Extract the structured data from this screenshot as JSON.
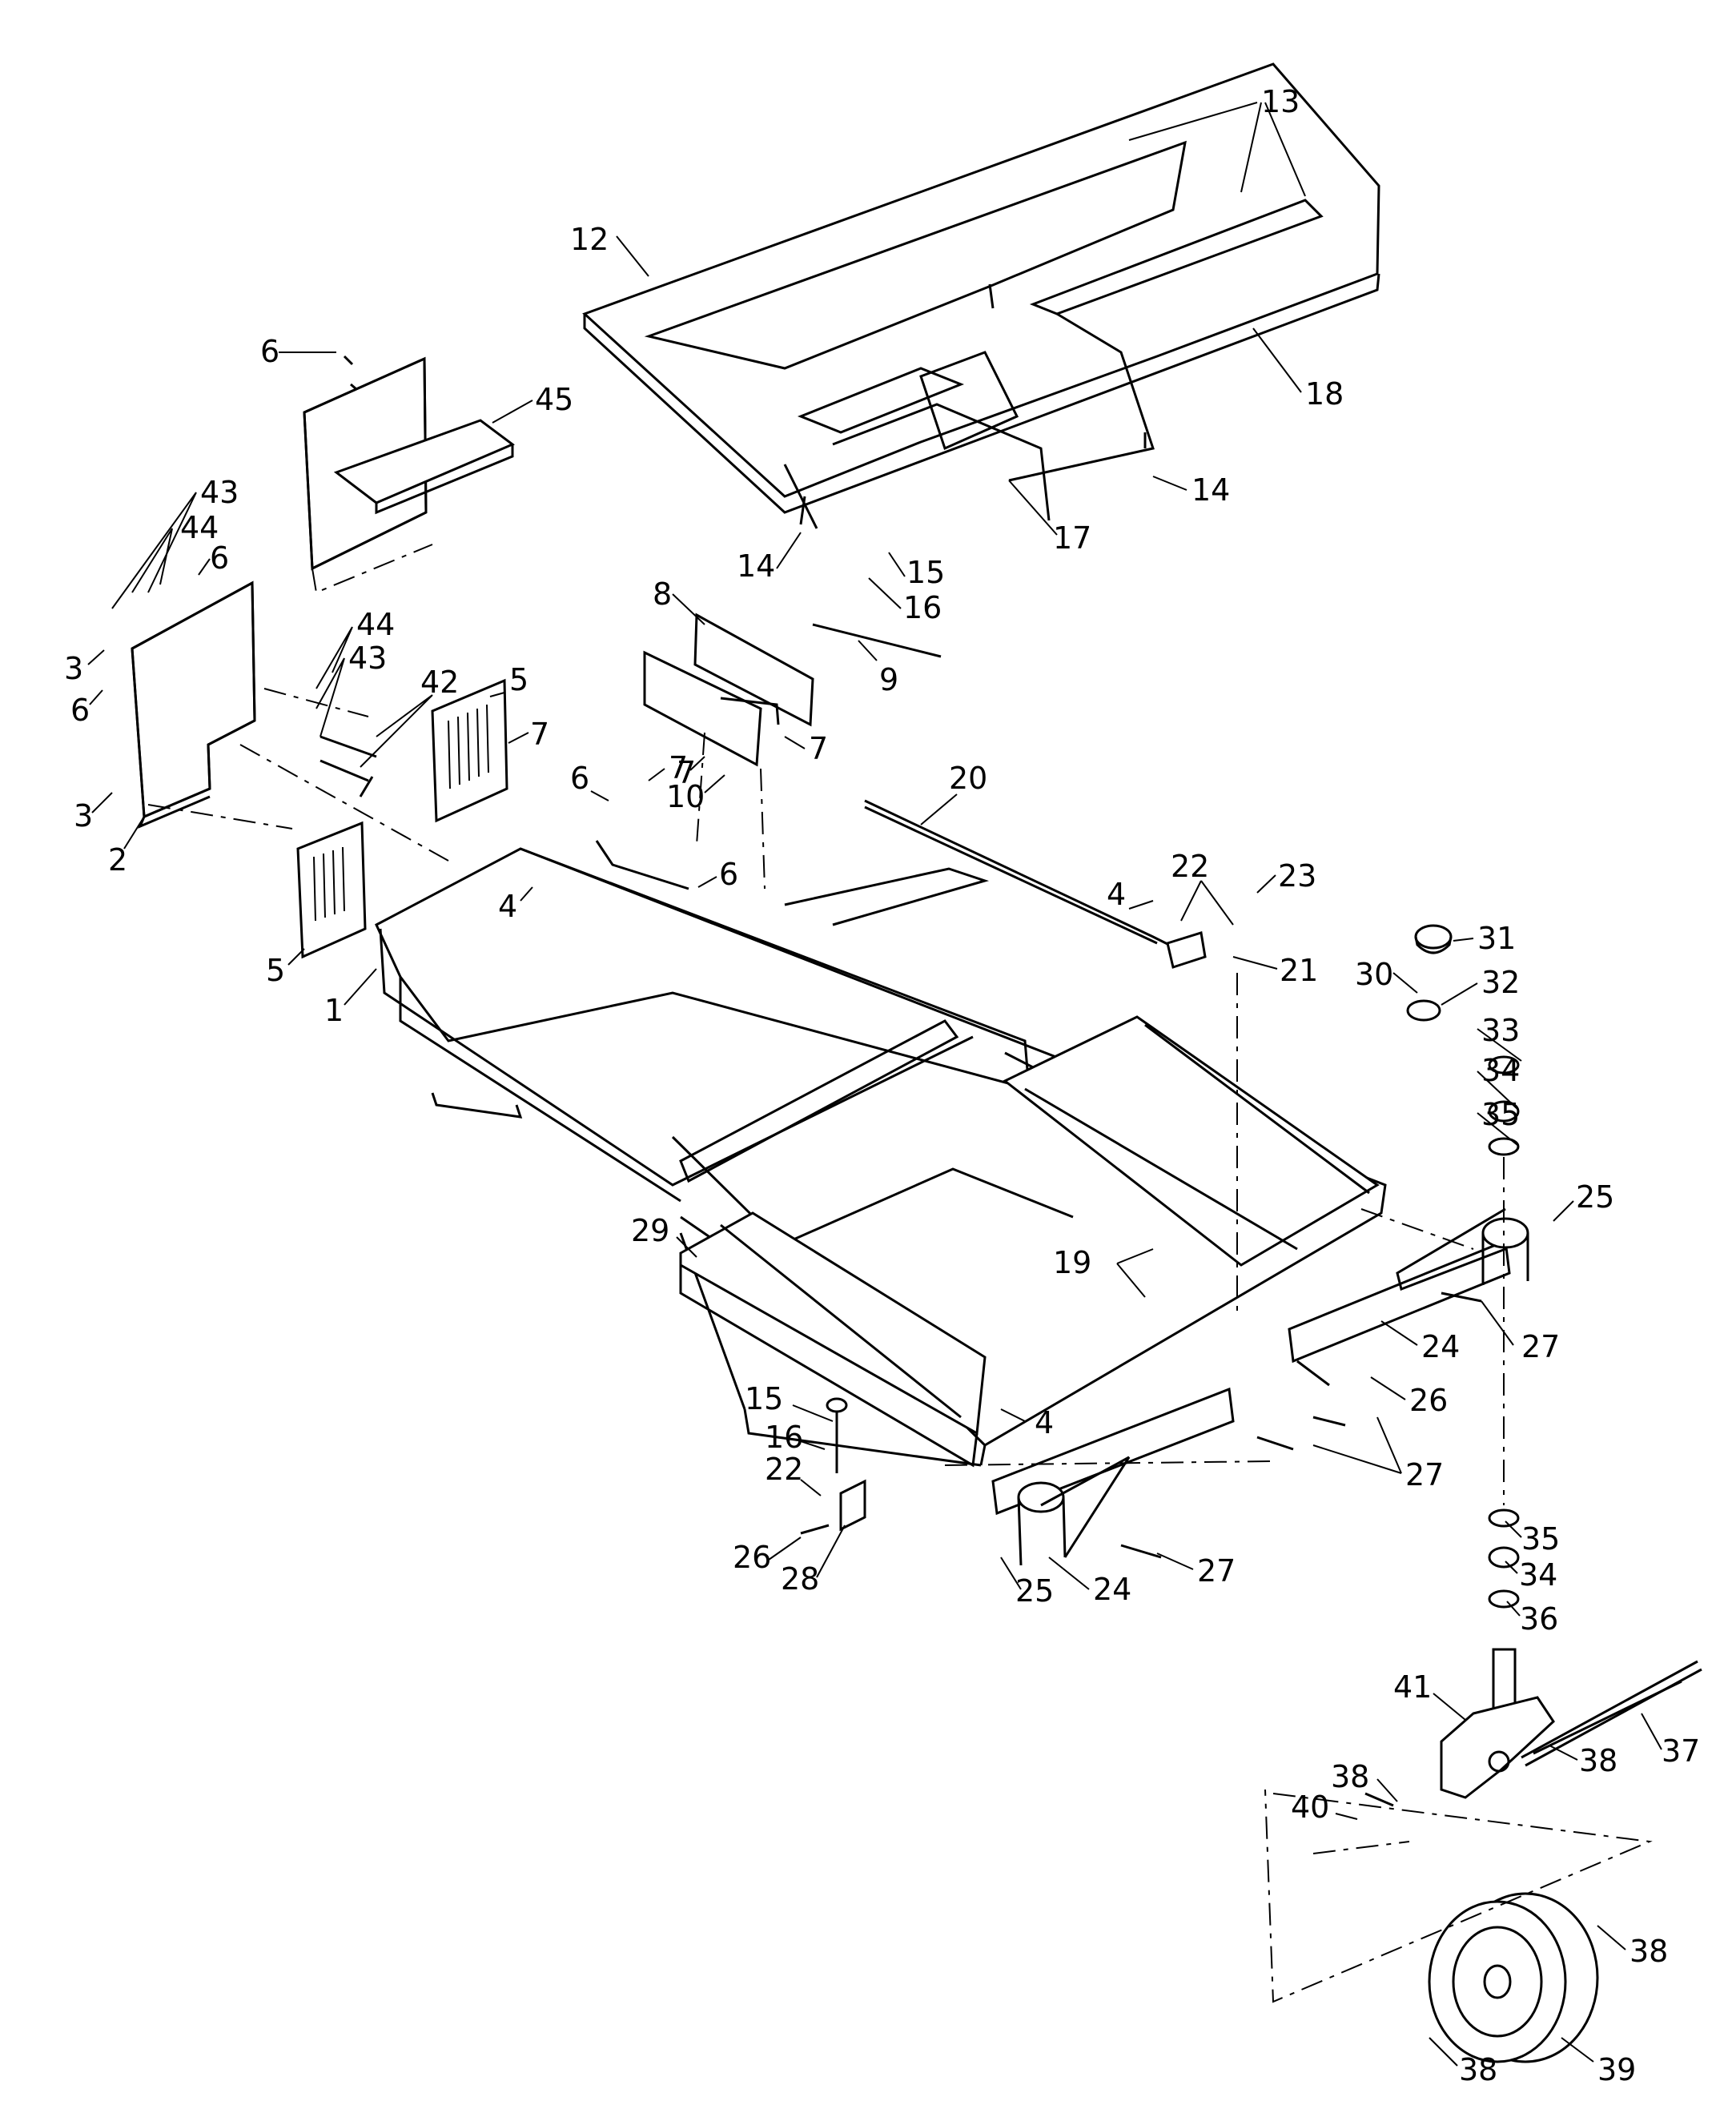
{
  "callouts": [
    {
      "id": "c1",
      "label": "1"
    },
    {
      "id": "c2",
      "label": "2"
    },
    {
      "id": "c3a",
      "label": "3"
    },
    {
      "id": "c3b",
      "label": "3"
    },
    {
      "id": "c4a",
      "label": "4"
    },
    {
      "id": "c4b",
      "label": "4"
    },
    {
      "id": "c4c",
      "label": "4"
    },
    {
      "id": "c5a",
      "label": "5"
    },
    {
      "id": "c5b",
      "label": "5"
    },
    {
      "id": "c6a",
      "label": "6"
    },
    {
      "id": "c6b",
      "label": "6"
    },
    {
      "id": "c6c",
      "label": "6"
    },
    {
      "id": "c6d",
      "label": "6"
    },
    {
      "id": "c6e",
      "label": "6"
    },
    {
      "id": "c7a",
      "label": "7"
    },
    {
      "id": "c7b",
      "label": "7"
    },
    {
      "id": "c7c",
      "label": "7"
    },
    {
      "id": "c7d",
      "label": "7"
    },
    {
      "id": "c8",
      "label": "8"
    },
    {
      "id": "c9",
      "label": "9"
    },
    {
      "id": "c10",
      "label": "10"
    },
    {
      "id": "c12",
      "label": "12"
    },
    {
      "id": "c13",
      "label": "13"
    },
    {
      "id": "c14a",
      "label": "14"
    },
    {
      "id": "c14b",
      "label": "14"
    },
    {
      "id": "c15a",
      "label": "15"
    },
    {
      "id": "c15b",
      "label": "15"
    },
    {
      "id": "c16a",
      "label": "16"
    },
    {
      "id": "c16b",
      "label": "16"
    },
    {
      "id": "c17",
      "label": "17"
    },
    {
      "id": "c18",
      "label": "18"
    },
    {
      "id": "c19",
      "label": "19"
    },
    {
      "id": "c20",
      "label": "20"
    },
    {
      "id": "c21",
      "label": "21"
    },
    {
      "id": "c22a",
      "label": "22"
    },
    {
      "id": "c22b",
      "label": "22"
    },
    {
      "id": "c23",
      "label": "23"
    },
    {
      "id": "c24a",
      "label": "24"
    },
    {
      "id": "c24b",
      "label": "24"
    },
    {
      "id": "c25a",
      "label": "25"
    },
    {
      "id": "c25b",
      "label": "25"
    },
    {
      "id": "c26a",
      "label": "26"
    },
    {
      "id": "c26b",
      "label": "26"
    },
    {
      "id": "c27a",
      "label": "27"
    },
    {
      "id": "c27b",
      "label": "27"
    },
    {
      "id": "c27c",
      "label": "27"
    },
    {
      "id": "c28",
      "label": "28"
    },
    {
      "id": "c29",
      "label": "29"
    },
    {
      "id": "c30",
      "label": "30"
    },
    {
      "id": "c31",
      "label": "31"
    },
    {
      "id": "c32",
      "label": "32"
    },
    {
      "id": "c33",
      "label": "33"
    },
    {
      "id": "c34a",
      "label": "34"
    },
    {
      "id": "c34b",
      "label": "34"
    },
    {
      "id": "c35a",
      "label": "35"
    },
    {
      "id": "c35b",
      "label": "35"
    },
    {
      "id": "c36",
      "label": "36"
    },
    {
      "id": "c37",
      "label": "37"
    },
    {
      "id": "c38a",
      "label": "38"
    },
    {
      "id": "c38b",
      "label": "38"
    },
    {
      "id": "c38c",
      "label": "38"
    },
    {
      "id": "c38d",
      "label": "38"
    },
    {
      "id": "c39",
      "label": "39"
    },
    {
      "id": "c40",
      "label": "40"
    },
    {
      "id": "c41",
      "label": "41"
    },
    {
      "id": "c42",
      "label": "42"
    },
    {
      "id": "c43a",
      "label": "43"
    },
    {
      "id": "c43b",
      "label": "43"
    },
    {
      "id": "c44a",
      "label": "44"
    },
    {
      "id": "c44b",
      "label": "44"
    },
    {
      "id": "c45",
      "label": "45"
    }
  ]
}
